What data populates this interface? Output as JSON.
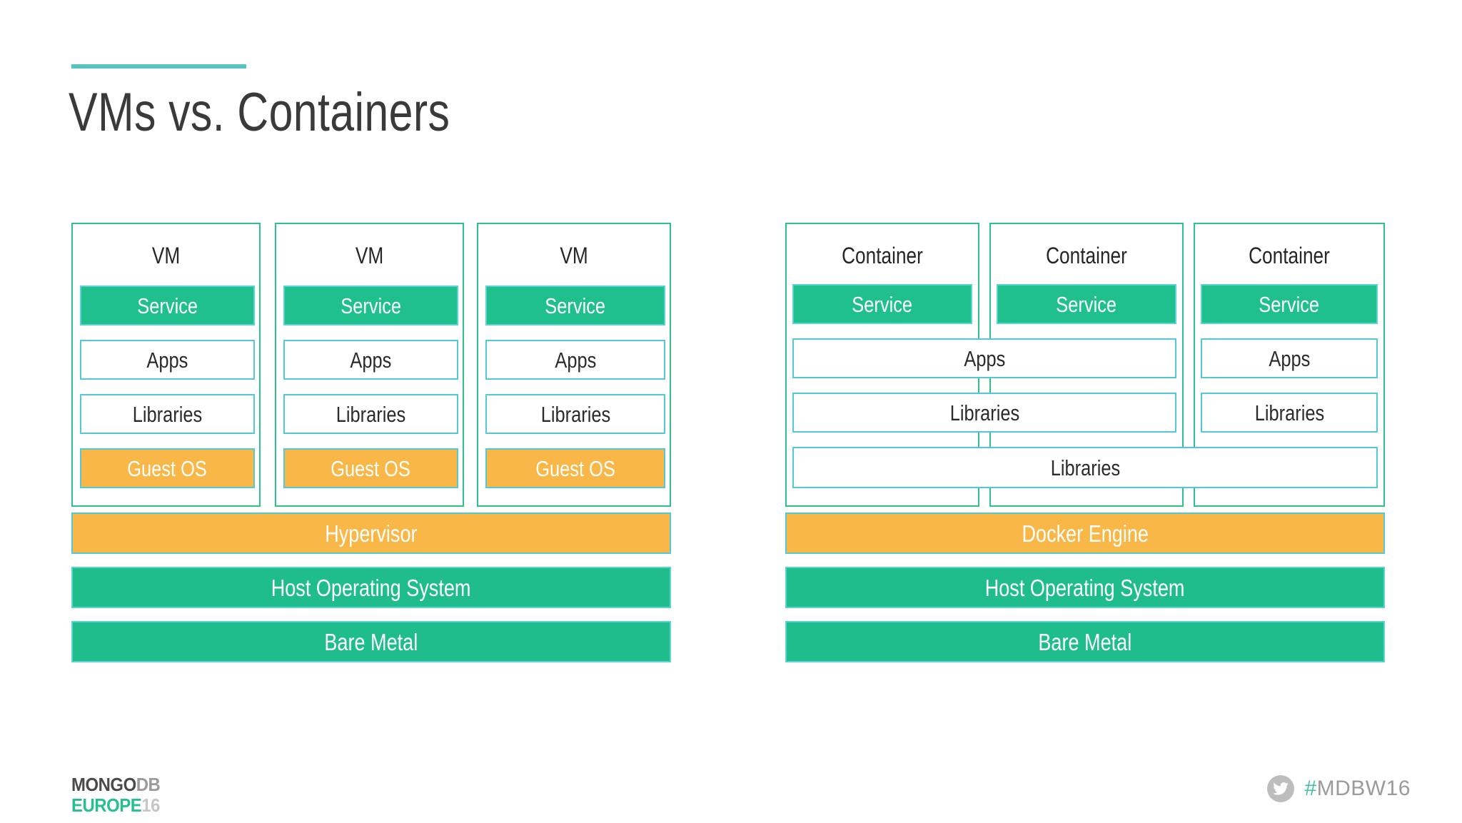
{
  "slide": {
    "title": "VMs vs. Containers",
    "accent_color": "#55c4bd"
  },
  "colors": {
    "green": "#1fc08d",
    "green_border": "#5bd3d0",
    "cyan_border": "#53c9d4",
    "orange": "#f8b746",
    "outer_border": "#2ec28a",
    "text_dark": "#2b2b2b",
    "teal_accent": "#43bfa4"
  },
  "vm_side": {
    "columns": [
      {
        "header": "VM",
        "rows": [
          {
            "label": "Service",
            "style": "service"
          },
          {
            "label": "Apps",
            "style": "plain"
          },
          {
            "label": "Libraries",
            "style": "plain"
          },
          {
            "label": "Guest OS",
            "style": "guestos"
          }
        ]
      },
      {
        "header": "VM",
        "rows": [
          {
            "label": "Service",
            "style": "service"
          },
          {
            "label": "Apps",
            "style": "plain"
          },
          {
            "label": "Libraries",
            "style": "plain"
          },
          {
            "label": "Guest OS",
            "style": "guestos"
          }
        ]
      },
      {
        "header": "VM",
        "rows": [
          {
            "label": "Service",
            "style": "service"
          },
          {
            "label": "Apps",
            "style": "plain"
          },
          {
            "label": "Libraries",
            "style": "plain"
          },
          {
            "label": "Guest OS",
            "style": "guestos"
          }
        ]
      }
    ],
    "base_layers": [
      {
        "label": "Hypervisor",
        "style": "engine"
      },
      {
        "label": "Host Operating System",
        "style": "hostos"
      },
      {
        "label": "Bare Metal",
        "style": "baremetal"
      }
    ]
  },
  "container_side": {
    "columns": [
      {
        "header": "Container",
        "service": "Service"
      },
      {
        "header": "Container",
        "service": "Service"
      },
      {
        "header": "Container",
        "service": "Service"
      }
    ],
    "shared_apps_12": "Apps",
    "shared_libraries_12": "Libraries",
    "column3_apps": "Apps",
    "column3_libraries": "Libraries",
    "full_width_libraries": "Libraries",
    "base_layers": [
      {
        "label": "Docker Engine",
        "style": "engine"
      },
      {
        "label": "Host Operating System",
        "style": "hostos"
      },
      {
        "label": "Bare Metal",
        "style": "baremetal"
      }
    ]
  },
  "footer": {
    "logo": {
      "mongo": "MONGO",
      "db": "DB",
      "europe": "EUROPE",
      "year": "16"
    },
    "twitter_icon": "twitter-bird-icon",
    "hash": "#",
    "handle": "MDBW16"
  }
}
